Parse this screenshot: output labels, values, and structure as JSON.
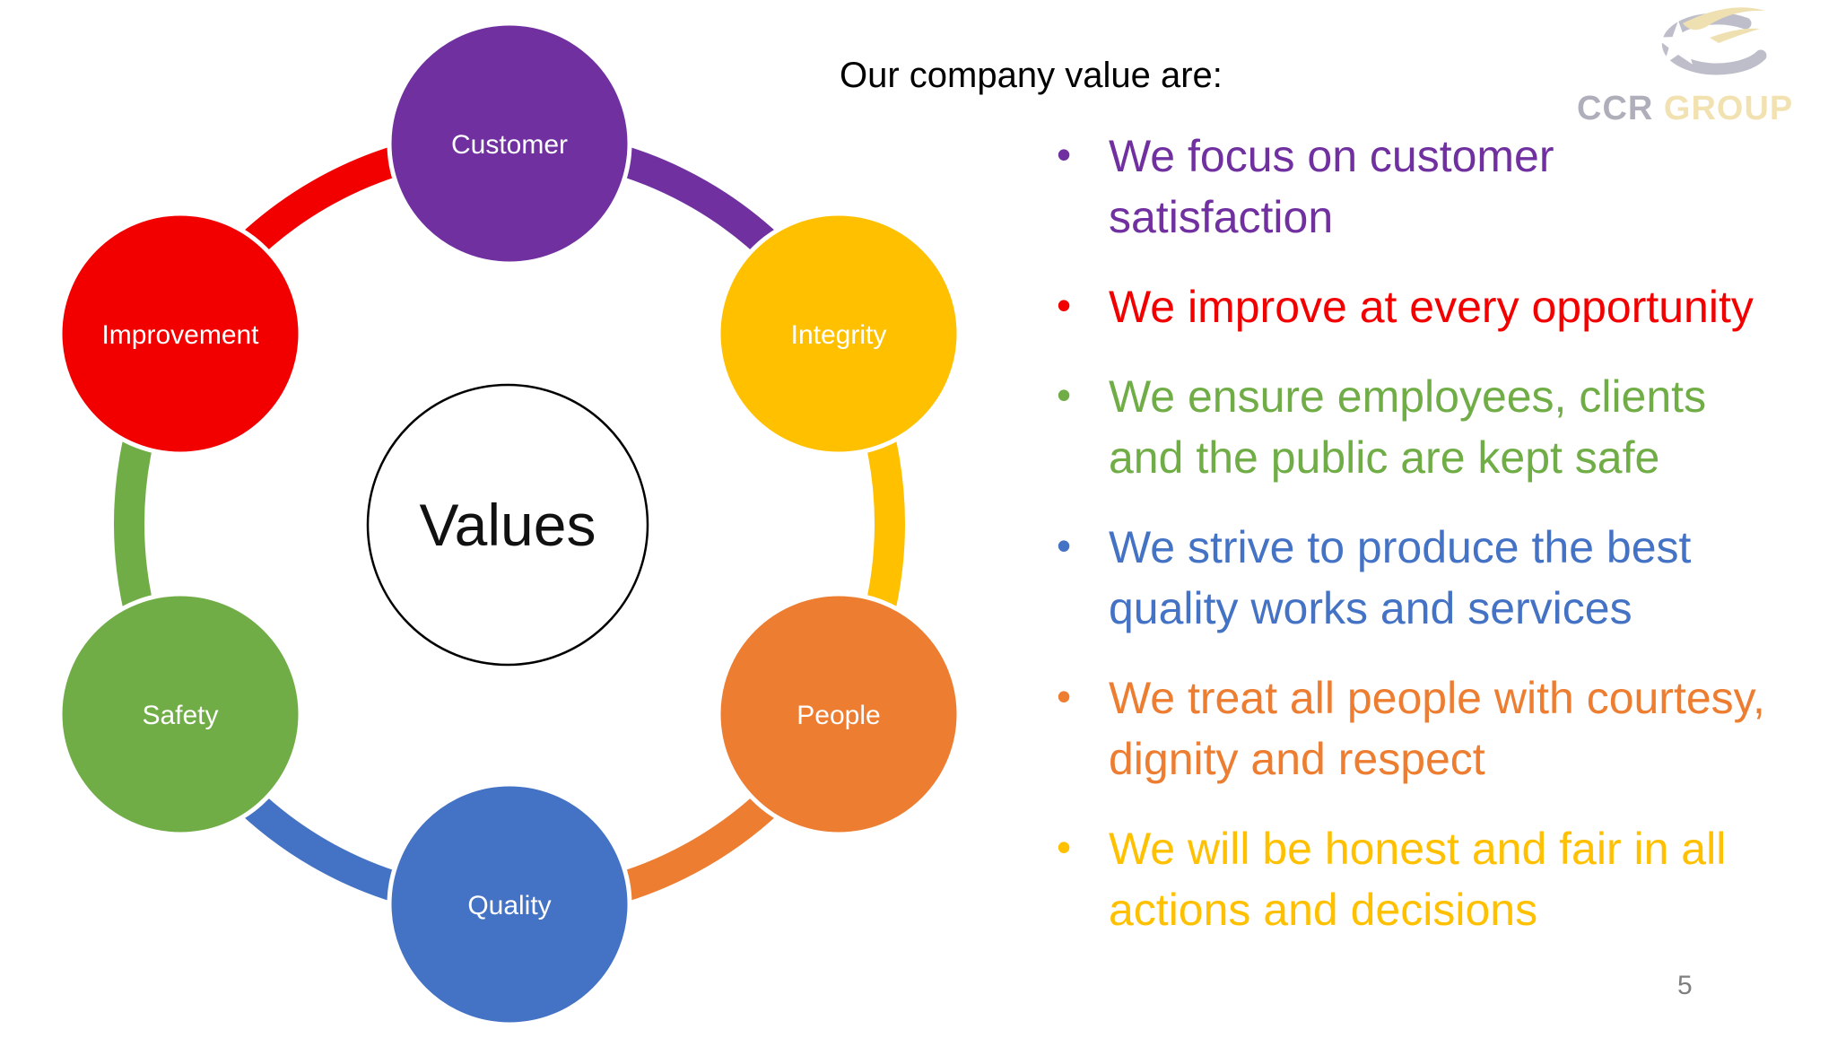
{
  "slide": {
    "heading": "Our company value are:",
    "page_number": "5"
  },
  "diagram": {
    "center_label": "Values",
    "nodes": [
      {
        "label": "Customer",
        "color": "#7030A0"
      },
      {
        "label": "Integrity",
        "color": "#FFC000"
      },
      {
        "label": "People",
        "color": "#ED7D31"
      },
      {
        "label": "Quality",
        "color": "#4472C4"
      },
      {
        "label": "Safety",
        "color": "#70AD47"
      },
      {
        "label": "Improvement",
        "color": "#F20000"
      }
    ]
  },
  "bullets": [
    {
      "lines": [
        "We focus on customer",
        "satisfaction"
      ],
      "color": "#7030A0"
    },
    {
      "lines": [
        "We improve at every opportunity"
      ],
      "color": "#F20000"
    },
    {
      "lines": [
        "We ensure employees, clients",
        "and the public are kept safe"
      ],
      "color": "#70AD47"
    },
    {
      "lines": [
        "We strive to produce the best",
        "quality works and services"
      ],
      "color": "#4472C4"
    },
    {
      "lines": [
        "We treat all people with courtesy,",
        "dignity and respect"
      ],
      "color": "#ED7D31"
    },
    {
      "lines": [
        "We will be honest and fair in all",
        "actions and decisions"
      ],
      "color": "#FFC000"
    }
  ],
  "logo": {
    "text_primary": "CCR ",
    "text_secondary": "GROUP",
    "primary_color": "#9b9caa",
    "secondary_color": "#f0dca0",
    "swoosh_gray": "#aeafbe",
    "swoosh_gold": "#ecd99e"
  }
}
